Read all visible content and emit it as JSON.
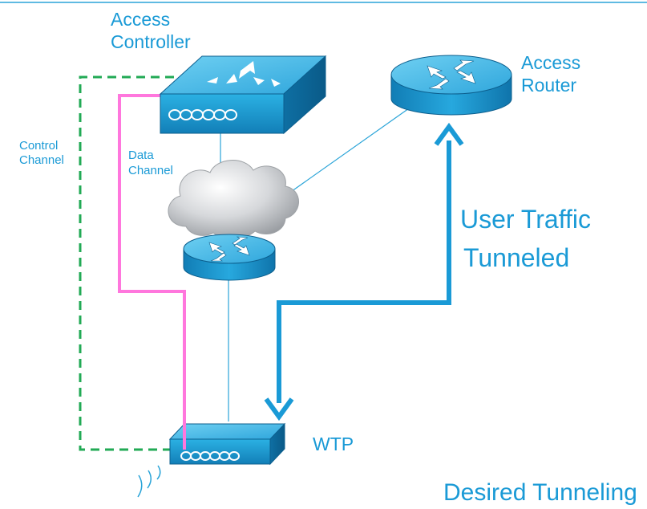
{
  "labels": {
    "access_controller_line1": "Access",
    "access_controller_line2": "Controller",
    "access_router_line1": "Access",
    "access_router_line2": "Router",
    "control_channel_line1": "Control",
    "control_channel_line2": "Channel",
    "data_channel_line1": "Data",
    "data_channel_line2": "Channel",
    "user_traffic_line1": "User Traffic",
    "user_traffic_line2": "Tunneled",
    "wtp": "WTP",
    "desired_tunnel": "Desired Tunneling"
  },
  "colors": {
    "accent_blue": "#1a9ad6",
    "control_channel": "#22aa55",
    "data_channel": "#ff77dd",
    "device_face": "#1c9fd4",
    "link_line": "#2aa4d8"
  },
  "icons": {
    "access_controller": "switch-icon",
    "access_router": "router-icon",
    "network_cloud": "cloud-icon",
    "intermediate_router": "router-icon",
    "wtp": "access-point-icon",
    "wireless_signal": "wifi-signal-icon"
  }
}
